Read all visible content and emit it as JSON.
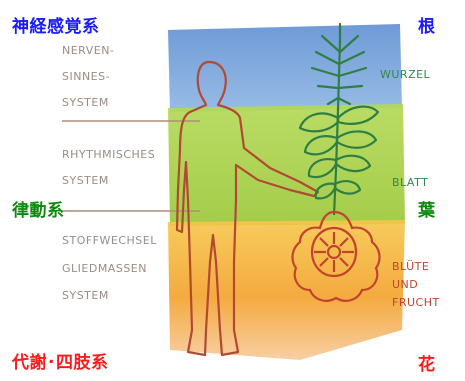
{
  "labels_jp": {
    "top_left": "神経感覚系",
    "top_right": "根",
    "middle_left": "律動系",
    "middle_right": "葉",
    "bottom_left": "代謝･四肢系",
    "bottom_right": "花"
  },
  "labels_hand": {
    "nerve_1": "NERVEN-",
    "nerve_2": "SINNES-",
    "nerve_3": "SYSTEM",
    "rhythm_1": "RHYTHMISCHES",
    "rhythm_2": "SYSTEM",
    "metab_1": "STOFFWECHSEL",
    "metab_2": "GLIEDMASSEN",
    "metab_3": "SYSTEM",
    "root": "WURZEL",
    "leaf": "BLATT",
    "flower_1": "BLÜTE",
    "flower_2": "UND",
    "flower_3": "FRUCHT"
  },
  "colors": {
    "blue_label": "#1a1aff",
    "green_label": "#0a8a0a",
    "red_label": "#ff1a1a",
    "band_blue": "#6f9bd6",
    "band_green": "#a9d24a",
    "band_orange": "#f2a531",
    "figure_stroke": "#b24a32",
    "plant_stroke": "#2f7f45"
  }
}
